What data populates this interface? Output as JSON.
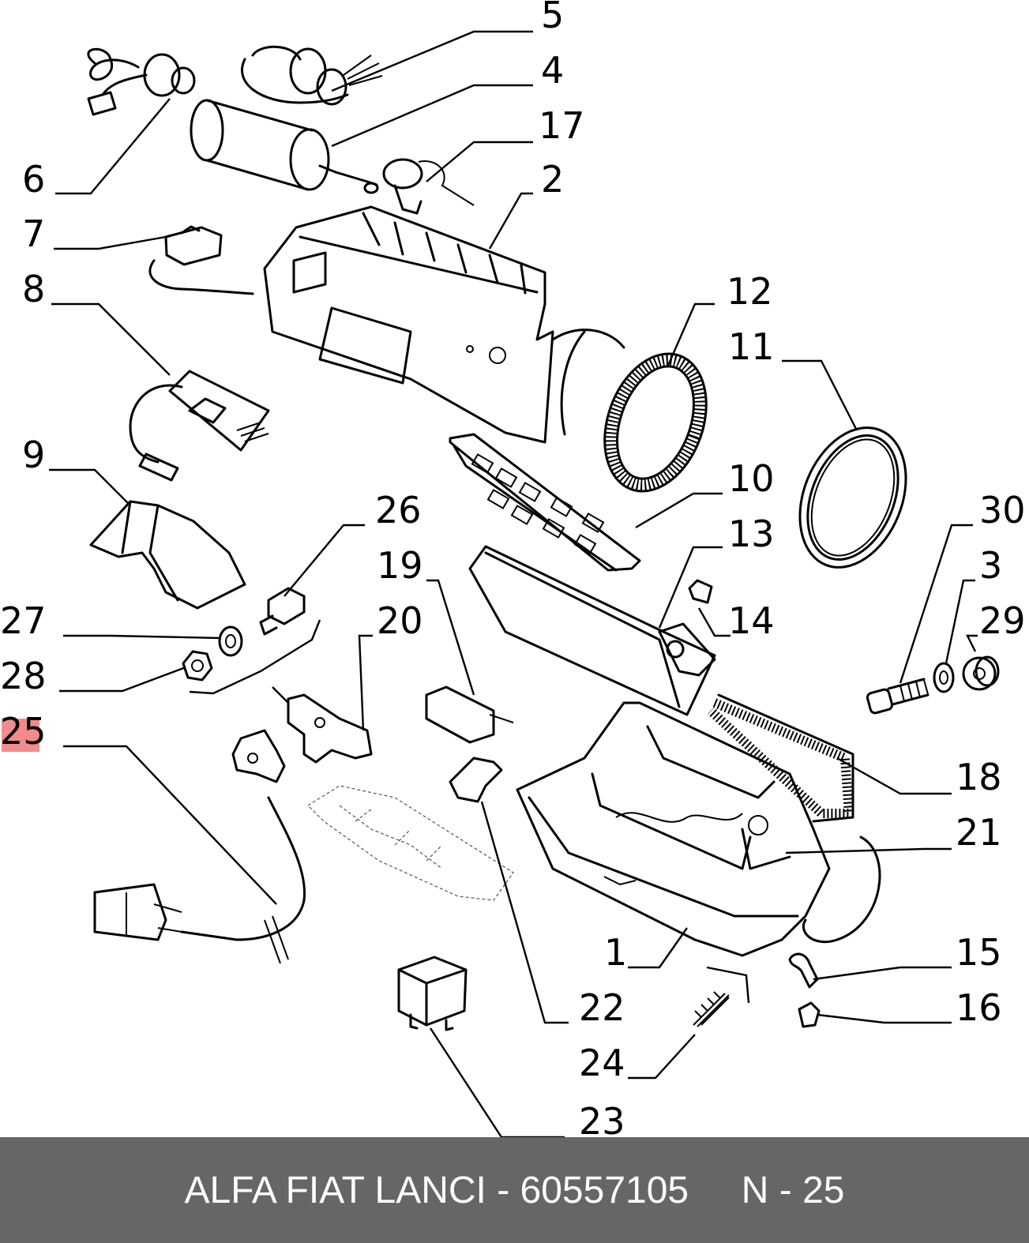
{
  "callouts": [
    {
      "id": "5",
      "label": "5"
    },
    {
      "id": "4",
      "label": "4"
    },
    {
      "id": "17",
      "label": "17"
    },
    {
      "id": "2",
      "label": "2"
    },
    {
      "id": "6",
      "label": "6"
    },
    {
      "id": "7",
      "label": "7"
    },
    {
      "id": "8",
      "label": "8"
    },
    {
      "id": "12",
      "label": "12"
    },
    {
      "id": "11",
      "label": "11"
    },
    {
      "id": "9",
      "label": "9"
    },
    {
      "id": "10",
      "label": "10"
    },
    {
      "id": "26",
      "label": "26"
    },
    {
      "id": "13",
      "label": "13"
    },
    {
      "id": "30",
      "label": "30"
    },
    {
      "id": "19",
      "label": "19"
    },
    {
      "id": "3",
      "label": "3"
    },
    {
      "id": "27",
      "label": "27"
    },
    {
      "id": "20",
      "label": "20"
    },
    {
      "id": "14",
      "label": "14"
    },
    {
      "id": "29",
      "label": "29"
    },
    {
      "id": "28",
      "label": "28"
    },
    {
      "id": "25",
      "label": "25",
      "highlight": true
    },
    {
      "id": "18",
      "label": "18"
    },
    {
      "id": "21",
      "label": "21"
    },
    {
      "id": "1",
      "label": "1"
    },
    {
      "id": "15",
      "label": "15"
    },
    {
      "id": "22",
      "label": "22"
    },
    {
      "id": "16",
      "label": "16"
    },
    {
      "id": "24",
      "label": "24"
    },
    {
      "id": "23",
      "label": "23"
    }
  ],
  "colors": {
    "highlight": "#f28b8b",
    "footer_bg": "#666666",
    "footer_text": "#ffffff",
    "lines": "#000000"
  },
  "footer": {
    "text": "ALFA FIAT LANCI - 60557105     N - 25"
  }
}
